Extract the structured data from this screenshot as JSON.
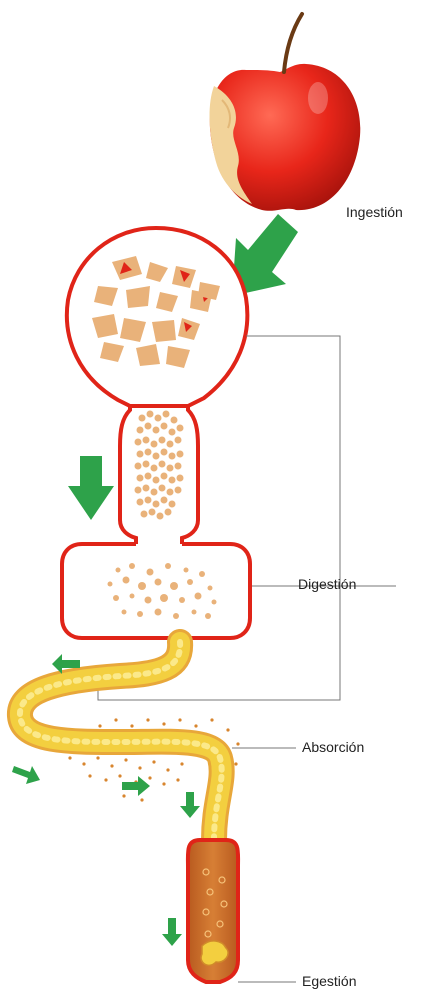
{
  "labels": {
    "ingestion": "Ingestión",
    "digestion": "Digestión",
    "absorption": "Absorción",
    "egestion": "Egestión"
  },
  "colors": {
    "outline_red": "#e02418",
    "apple_red": "#e8261a",
    "apple_flesh": "#f2d39a",
    "food_piece": "#e9b27a",
    "intestine_yellow": "#f3cf3f",
    "intestine_light": "#fbe98a",
    "rectum_brown": "#c76a28",
    "arrow_green": "#2ea24a",
    "leader_line": "#777777"
  },
  "icons": [
    "apple-icon",
    "arrow-down-green-icon",
    "arrow-diagonal-green-icon"
  ]
}
